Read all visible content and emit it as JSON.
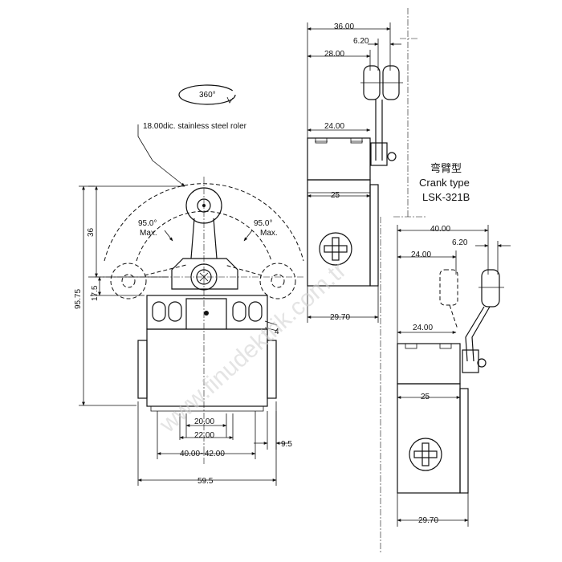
{
  "front_view": {
    "rotation_label": "360°",
    "roller_note": "18.00dic. stainless steel roler",
    "angle_left": "95.0°",
    "angle_left_max": "Max.",
    "angle_right": "95.0°",
    "angle_right_max": "Max.",
    "dim_36": "36",
    "dim_95_75": "95.75",
    "dim_17_5": "17.5",
    "dim_4": "4",
    "dim_20": "20.00",
    "dim_22": "22.00",
    "dim_9_5": "9.5",
    "dim_40_42": "40.00~42.00",
    "dim_59_5": "59.5"
  },
  "side_view_top": {
    "dim_36": "36.00",
    "dim_6_20": "6.20",
    "dim_28": "28.00",
    "dim_24": "24.00",
    "dim_25": "25",
    "dim_29_70": "29.70"
  },
  "title_block": {
    "chinese": "弯臂型",
    "english": "Crank type",
    "model": "LSK-321B"
  },
  "side_view_bottom": {
    "dim_40": "40.00",
    "dim_6_20": "6.20",
    "dim_24_upper": "24.00",
    "dim_24_lower": "24.00",
    "dim_25": "25",
    "dim_29_70": "29.70"
  },
  "watermark": "www.finudektrik.com.tr"
}
